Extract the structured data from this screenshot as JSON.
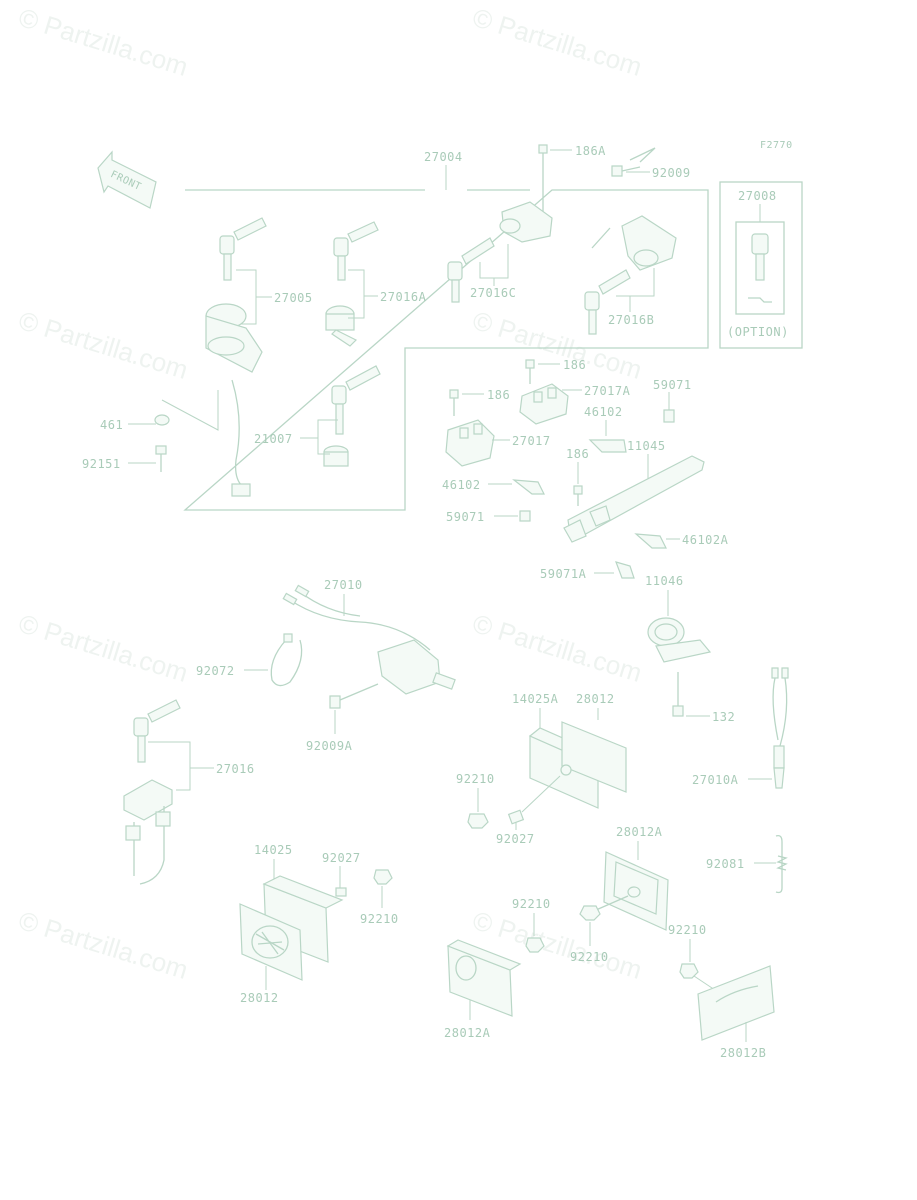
{
  "watermark": "© Partzilla.com",
  "figure_code": "F2770",
  "front_label": "FRONT",
  "option_label": "(OPTION)",
  "labels": {
    "p27004": "27004",
    "p186A": "186A",
    "p92009": "92009",
    "p27008": "27008",
    "p27005": "27005",
    "p27016A": "27016A",
    "p27016C": "27016C",
    "p27016B": "27016B",
    "p461": "461",
    "p92151": "92151",
    "p21007": "21007",
    "p186_a": "186",
    "p27017A": "27017A",
    "p59071_a": "59071",
    "p186_b": "186",
    "p27017": "27017",
    "p46102_a": "46102",
    "p11045": "11045",
    "p186_c": "186",
    "p46102_b": "46102",
    "p59071_b": "59071",
    "p46102A": "46102A",
    "p59071A": "59071A",
    "p11046": "11046",
    "p27010": "27010",
    "p92072": "92072",
    "p92009A": "92009A",
    "p14025A": "14025A",
    "p28012_a": "28012",
    "p132": "132",
    "p92210_a": "92210",
    "p27010A": "27010A",
    "p92027_a": "92027",
    "p27016": "27016",
    "p28012A_a": "28012A",
    "p14025": "14025",
    "p92027_b": "92027",
    "p92081": "92081",
    "p92210_b": "92210",
    "p92210_c": "92210",
    "p92210_d": "92210",
    "p92210_e": "92210",
    "p28012_b": "28012",
    "p28012A_b": "28012A",
    "p28012B": "28012B"
  }
}
